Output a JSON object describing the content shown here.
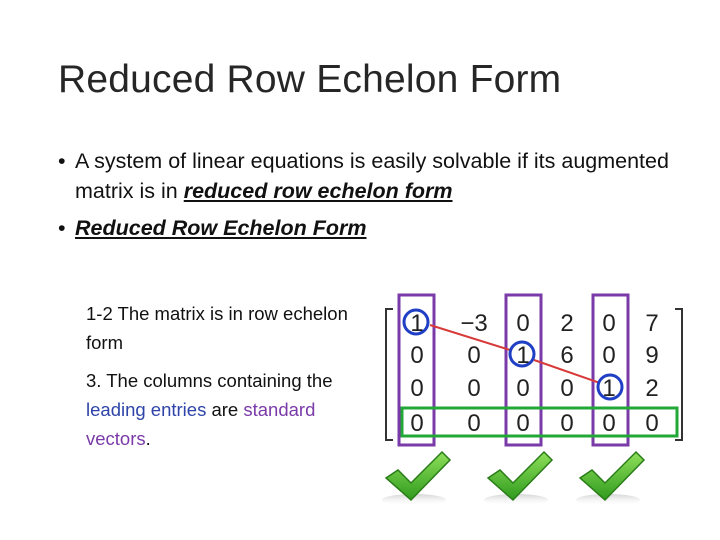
{
  "slide": {
    "title": "Reduced Row Echelon Form",
    "bullets": [
      {
        "marker": "•",
        "text_before": "A system of linear equations is easily solvable if its augmented matrix is in ",
        "emphasis": "reduced row echelon form"
      },
      {
        "marker": "•",
        "text_before": "",
        "emphasis": "Reduced Row Echelon Form"
      }
    ],
    "notes": {
      "line1": "1-2 The matrix is in row echelon form",
      "line2_before": "3. The columns containing the ",
      "line2_blue": "leading entries",
      "line2_middle": " are ",
      "line2_purple": "standard vectors",
      "line2_end": "."
    }
  },
  "matrix": {
    "rows": [
      [
        "1",
        "−3",
        "0",
        "2",
        "0",
        "7"
      ],
      [
        "0",
        "0",
        "1",
        "6",
        "0",
        "9"
      ],
      [
        "0",
        "0",
        "0",
        "0",
        "1",
        "2"
      ],
      [
        "0",
        "0",
        "0",
        "0",
        "0",
        "0"
      ]
    ]
  },
  "colors": {
    "column_box": "#7a3aa8",
    "pivot_circle": "#1f3fc4",
    "pivot_link": "#d83a3a",
    "zero_row_box": "#22a836",
    "checkmark": "#4caf2a"
  },
  "icons": [
    "checkmark-icon",
    "checkmark-icon",
    "checkmark-icon"
  ]
}
